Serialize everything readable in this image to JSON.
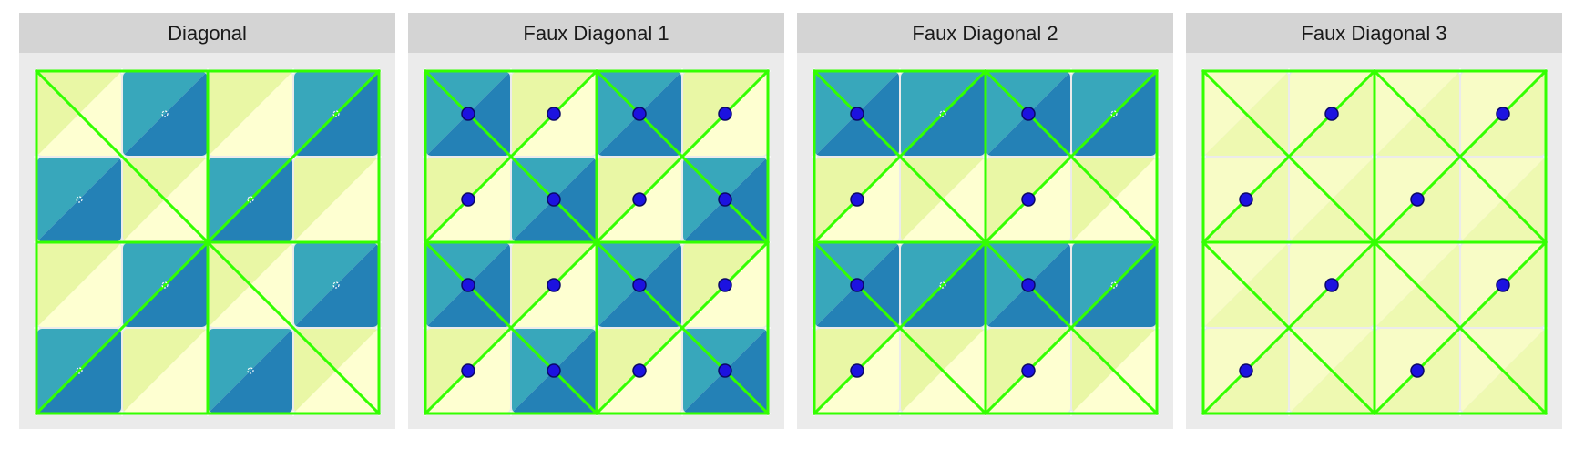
{
  "panels": [
    {
      "title": "Diagonal",
      "diagonals": [
        [
          "main",
          "anti"
        ],
        [
          "anti",
          "main"
        ]
      ],
      "tiles": [
        [
          "light_lower",
          "dark",
          "light_lower",
          "dark"
        ],
        [
          "dark",
          "light_lower",
          "dark",
          "light_lower"
        ],
        [
          "light_lower",
          "dark",
          "light_lower",
          "dark"
        ],
        [
          "dark",
          "light_lower",
          "dark",
          "light_lower"
        ]
      ],
      "dots": [
        [
          0,
          1,
          0,
          1
        ],
        [
          1,
          0,
          1,
          0
        ],
        [
          0,
          1,
          0,
          1
        ],
        [
          1,
          0,
          1,
          0
        ]
      ],
      "dot_style": "small-white"
    },
    {
      "title": "Faux Diagonal 1",
      "diagonals": [
        [
          "split",
          "split"
        ],
        [
          "split",
          "split"
        ]
      ],
      "tiles": [
        [
          "dark",
          "light",
          "dark",
          "light"
        ],
        [
          "light",
          "dark",
          "light",
          "dark"
        ],
        [
          "dark",
          "light",
          "dark",
          "light"
        ],
        [
          "light",
          "dark",
          "light",
          "dark"
        ]
      ],
      "dots": [
        [
          1,
          1,
          1,
          1
        ],
        [
          1,
          1,
          1,
          1
        ],
        [
          1,
          1,
          1,
          1
        ],
        [
          1,
          1,
          1,
          1
        ]
      ],
      "dot_style": "blue"
    },
    {
      "title": "Faux Diagonal 2",
      "diagonals": [
        [
          "split",
          "split"
        ],
        [
          "split",
          "split"
        ]
      ],
      "tiles": [
        [
          "dark",
          "dark",
          "dark",
          "dark"
        ],
        [
          "light",
          "light",
          "light",
          "light"
        ],
        [
          "dark",
          "dark",
          "dark",
          "dark"
        ],
        [
          "light",
          "light",
          "light",
          "light"
        ]
      ],
      "dots": [
        [
          1,
          2,
          1,
          2
        ],
        [
          1,
          0,
          1,
          0
        ],
        [
          1,
          2,
          1,
          2
        ],
        [
          1,
          0,
          1,
          0
        ]
      ],
      "dot_style": "blue"
    },
    {
      "title": "Faux Diagonal 3",
      "diagonals": [
        [
          "split",
          "split"
        ],
        [
          "split",
          "split"
        ]
      ],
      "tiles": [
        [
          "pale",
          "pale",
          "pale",
          "pale"
        ],
        [
          "pale",
          "pale",
          "pale",
          "pale"
        ],
        [
          "pale",
          "pale",
          "pale",
          "pale"
        ],
        [
          "pale",
          "pale",
          "pale",
          "pale"
        ]
      ],
      "dots": [
        [
          0,
          1,
          0,
          1
        ],
        [
          1,
          0,
          1,
          0
        ],
        [
          0,
          1,
          0,
          1
        ],
        [
          1,
          0,
          1,
          0
        ]
      ],
      "dot_style": "blue"
    }
  ],
  "colors": {
    "strip": "#d4d4d4",
    "panel_bg": "#ebebeb",
    "dark_a": "#38a7bb",
    "dark_b": "#2481b6",
    "light_a": "#feffd1",
    "light_b": "#e9f7a5",
    "pale_a": "#f8fcc6",
    "pale_b": "#eef9b1",
    "line": "#33ff00",
    "dot": "#1c12e0",
    "dot_edge": "#0b0866",
    "grid": "#ffffff"
  }
}
